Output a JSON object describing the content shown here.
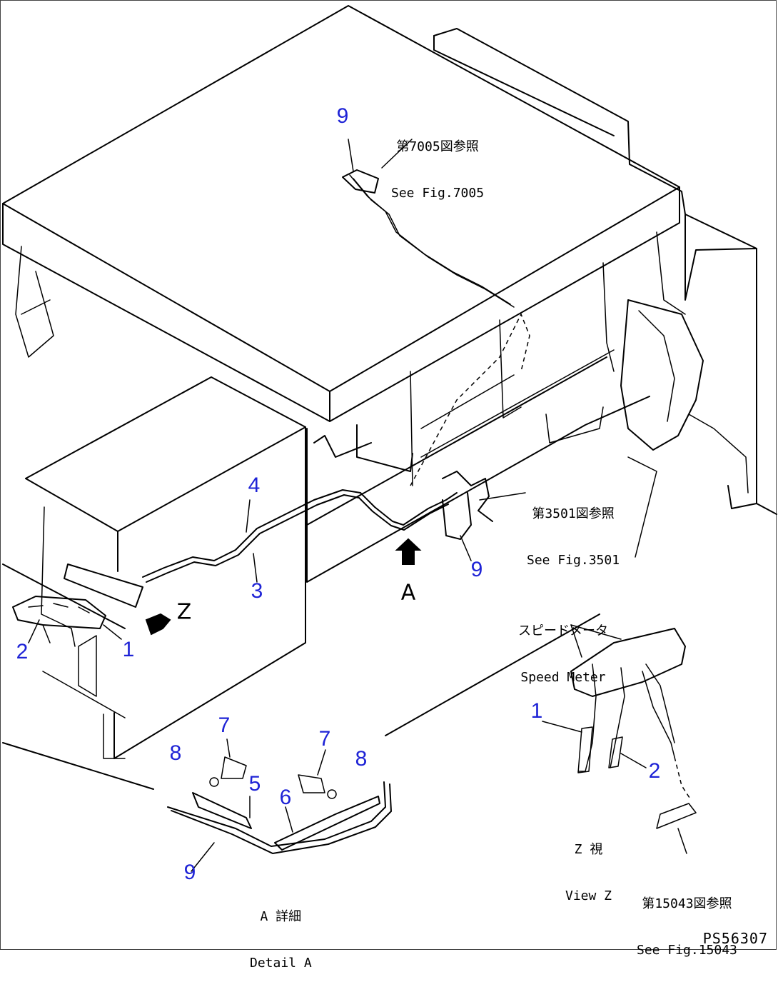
{
  "callouts": [
    "9",
    "4",
    "3",
    "9",
    "2",
    "1",
    "7",
    "8",
    "5",
    "7",
    "6",
    "8",
    "9",
    "1",
    "2"
  ],
  "notes": {
    "fig7005_jp": "第7005図参照",
    "fig7005_en": "See Fig.7005",
    "fig3501_jp": "第3501図参照",
    "fig3501_en": "See Fig.3501",
    "speedmeter_jp": "スピードメータ",
    "speedmeter_en": "Speed Meter",
    "viewz_jp": "Z 視",
    "viewz_en": "View Z",
    "detaila_jp": "A 詳細",
    "detaila_en": "Detail A",
    "fig15043_jp": "第15043図参照",
    "fig15043_en": "See Fig.15043"
  },
  "view_letters": {
    "z": "Z",
    "a": "A"
  },
  "drawing_number": "PS56307",
  "colors": {
    "callout": "#1e23d6",
    "line": "#000000"
  }
}
